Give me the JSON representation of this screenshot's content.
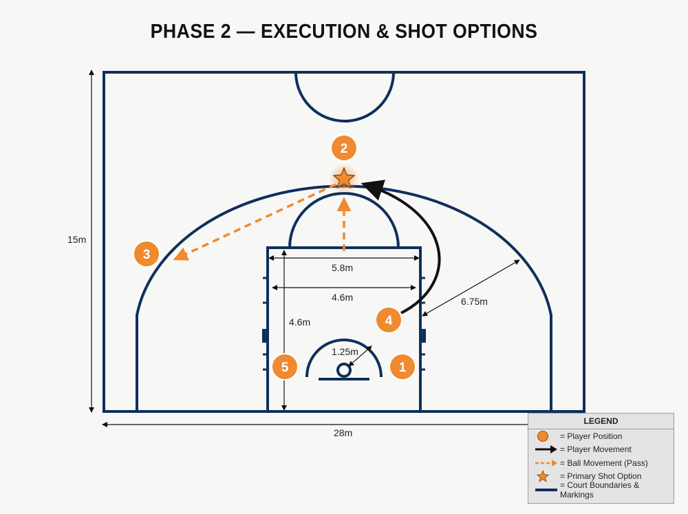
{
  "title": "PHASE 2 — EXECUTION & SHOT OPTIONS",
  "dimensions": {
    "court_width": "28m",
    "court_length": "15m",
    "lane_top_width": "5.8m",
    "lane_width": "4.6m",
    "lane_depth": "4.6m",
    "restricted_radius": "1.25m",
    "three_point_distance": "6.75m"
  },
  "players": [
    {
      "number": "1"
    },
    {
      "number": "2"
    },
    {
      "number": "3"
    },
    {
      "number": "4"
    },
    {
      "number": "5"
    }
  ],
  "legend": {
    "title": "LEGEND",
    "items": [
      {
        "icon": "player-circle",
        "label": "= Player Position"
      },
      {
        "icon": "black-arrow",
        "label": "= Player Movement"
      },
      {
        "icon": "orange-dashed-arrow",
        "label": "= Ball Movement (Pass)"
      },
      {
        "icon": "orange-star",
        "label": "= Primary Shot Option"
      },
      {
        "icon": "navy-line",
        "label": "= Court Boundaries & Markings"
      }
    ]
  },
  "colors": {
    "court_lines": "#0f2f5c",
    "player": "#ef8a30",
    "movement": "#111111",
    "pass": "#ef8a30"
  }
}
